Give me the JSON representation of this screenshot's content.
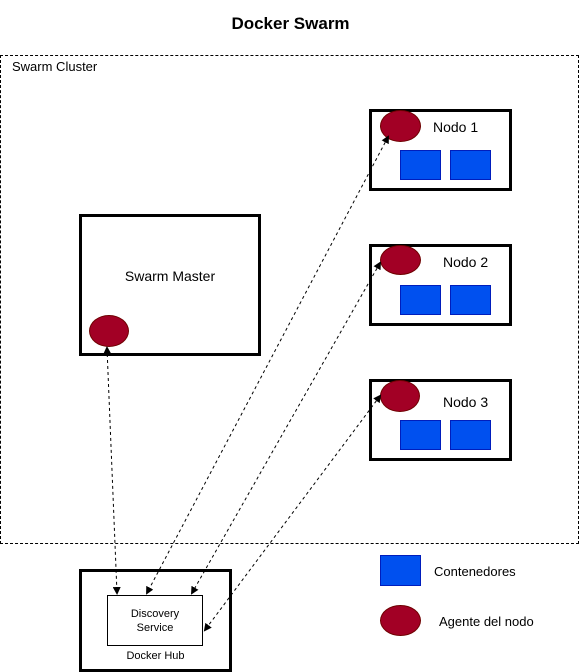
{
  "title": "Docker Swarm",
  "cluster": {
    "label": "Swarm Cluster"
  },
  "master": {
    "label": "Swarm Master"
  },
  "nodes": [
    {
      "label": "Nodo 1"
    },
    {
      "label": "Nodo 2"
    },
    {
      "label": "Nodo 3"
    }
  ],
  "hub": {
    "label": "Docker Hub",
    "discovery_label": "Discovery\nService"
  },
  "legend": {
    "containers": "Contenedores",
    "agent": "Agente del nodo"
  },
  "colors": {
    "container": "#0050ef",
    "agent": "#a20025"
  }
}
